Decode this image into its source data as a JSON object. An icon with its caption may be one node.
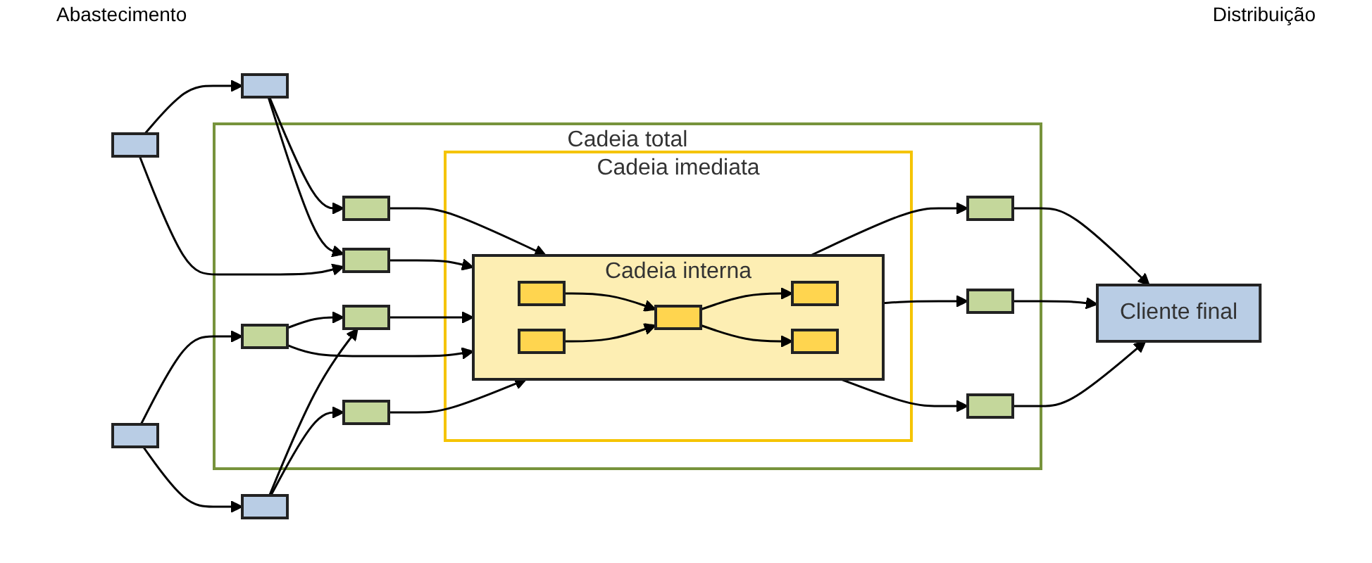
{
  "diagram": {
    "nodes": [
      {
        "text": [
          "Cadeia total"
        ]
      },
      {
        "text": [
          "Cadeia imediata"
        ],
        "in": 0
      },
      {
        "text": [
          "Cadeia interna"
        ],
        "in": 1
      },
      {
        "text": [],
        "shape": "box",
        "in": 2
      },
      {
        "text": [],
        "shape": "box",
        "in": 2
      },
      {
        "text": [],
        "shape": "box",
        "in": 2
      },
      {
        "text": [],
        "shape": "box",
        "in": 2
      },
      {
        "text": [],
        "shape": "box",
        "in": 2
      },
      {
        "text": [],
        "shape": "box",
        "in": 0
      },
      {
        "text": [],
        "shape": "box",
        "in": 0
      },
      {
        "text": [],
        "shape": "box",
        "in": 0
      },
      {
        "text": [],
        "shape": "box",
        "in": 0
      },
      {
        "text": [],
        "shape": "box",
        "in": 0
      },
      {
        "text": [],
        "shape": "box",
        "in": 0
      },
      {
        "text": [],
        "shape": "box",
        "in": 0
      },
      {
        "text": [],
        "shape": "box",
        "in": 0
      },
      {
        "text": [],
        "shape": "box"
      },
      {
        "text": [],
        "shape": "box"
      },
      {
        "text": [],
        "shape": "box"
      },
      {
        "text": [],
        "shape": "box"
      },
      {
        "text": [
          "Cliente final"
        ]
      }
    ],
    "edges": [
      {
        "from": 16,
        "to": 18,
        "arrow": "to"
      },
      {
        "from": 16,
        "to": 9,
        "arrow": "to"
      },
      {
        "from": 18,
        "to": 8,
        "arrow": "to"
      },
      {
        "from": 18,
        "to": 9,
        "arrow": "to"
      },
      {
        "from": 17,
        "to": 10,
        "arrow": "to"
      },
      {
        "from": 17,
        "to": 19,
        "arrow": "to"
      },
      {
        "from": 10,
        "to": 2,
        "arrow": "to"
      },
      {
        "from": 10,
        "to": 11,
        "arrow": "to"
      },
      {
        "from": 19,
        "to": 11,
        "arrow": "to"
      },
      {
        "from": 19,
        "to": 12,
        "arrow": "to"
      },
      {
        "from": 8,
        "to": 2,
        "arrow": "to"
      },
      {
        "from": 9,
        "to": 2,
        "arrow": "to"
      },
      {
        "from": 11,
        "to": 2,
        "arrow": "to"
      },
      {
        "from": 12,
        "to": 2,
        "arrow": "to"
      },
      {
        "from": 3,
        "to": 5,
        "arrow": "to"
      },
      {
        "from": 4,
        "to": 5,
        "arrow": "to"
      },
      {
        "from": 5,
        "to": 6,
        "arrow": "to"
      },
      {
        "from": 5,
        "to": 7,
        "arrow": "to"
      },
      {
        "from": 2,
        "to": 13,
        "arrow": "to"
      },
      {
        "from": 2,
        "to": 14,
        "arrow": "to"
      },
      {
        "from": 2,
        "to": 15,
        "arrow": "to"
      },
      {
        "from": 13,
        "to": 20,
        "arrow": "to"
      },
      {
        "from": 14,
        "to": 20,
        "arrow": "to"
      },
      {
        "from": 15,
        "to": 20,
        "arrow": "to"
      }
    ],
    "labels": [
      "Abastecimento",
      "Distribuição"
    ]
  }
}
